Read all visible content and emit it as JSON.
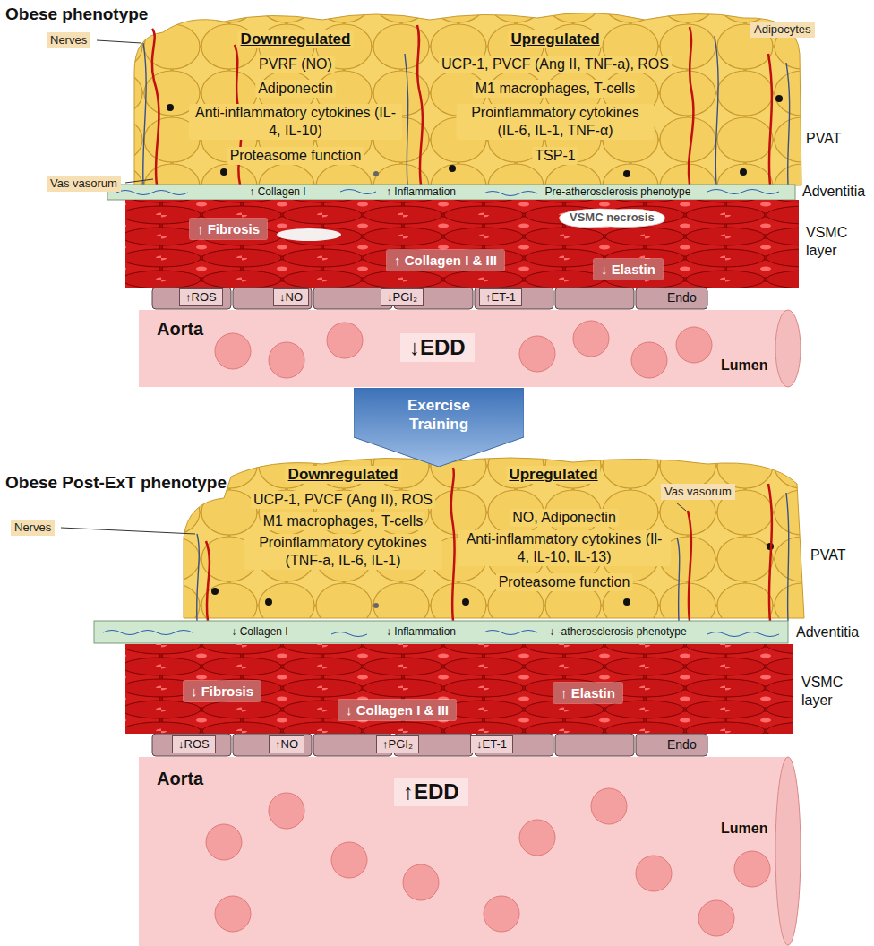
{
  "diagram": {
    "nodes": [
      {
        "text": [
          "Nerves"
        ]
      },
      {
        "text": [
          "Adipocytes"
        ]
      },
      {
        "text": [
          "PVAT",
          "Downregulated",
          "PVRF (NO)",
          "Adiponectin",
          "Anti-inflammatory cytokines (IL-4, IL-10)",
          "Proteasome function",
          "Upregulated",
          "UCP-1, PVCF (Ang II, TNF-a), ROS",
          "M1 macrophages, T-cells",
          "Proinflammatory cytokines (IL-6, IL-1, TNF-α)",
          "TSP-1"
        ]
      },
      {
        "text": [
          "Vas vasorum"
        ]
      },
      {
        "text": [
          "Adventitia",
          "↑ Collagen I",
          "↑ Inflammation",
          "Pre-atherosclerosis phenotype"
        ]
      },
      {
        "text": [
          "VSMC layer"
        ]
      },
      {
        "text": [
          "↑ Fibrosis"
        ],
        "in": 5
      },
      {
        "text": [
          "VSMC necrosis"
        ],
        "in": 5
      },
      {
        "text": [
          "↑ Collagen I & III"
        ],
        "in": 5
      },
      {
        "text": [
          "↓ Elastin"
        ],
        "in": 5
      },
      {
        "text": [
          "Endo"
        ]
      },
      {
        "text": [
          "↑ROS"
        ],
        "in": 10
      },
      {
        "text": [
          "↓NO"
        ],
        "in": 10
      },
      {
        "text": [
          "↓PGI₂"
        ],
        "in": 10
      },
      {
        "text": [
          "↑ET-1"
        ],
        "in": 10
      },
      {
        "text": [
          "Aorta",
          "Lumen"
        ]
      },
      {
        "text": [
          "↓EDD"
        ],
        "in": 15
      },
      {
        "text": [
          "Exercise Training"
        ]
      },
      {
        "text": [
          "PVAT",
          "Downregulated",
          "UCP-1, PVCF (Ang II), ROS",
          "M1 macrophages, T-cells",
          "Proinflammatory cytokines (TNF-a, IL-6, IL-1)",
          "Upregulated",
          "NO, Adiponectin",
          "Anti-inflammatory cytokines (Il-4, IL-10, IL-13)",
          "Proteasome function"
        ]
      },
      {
        "text": [
          "Vas vasorum"
        ]
      },
      {
        "text": [
          "Nerves"
        ]
      },
      {
        "text": [
          "Adventitia",
          "↓ Collagen I",
          "↓ Inflammation",
          "↓ -atherosclerosis phenotype"
        ]
      },
      {
        "text": [
          "VSMC layer"
        ]
      },
      {
        "text": [
          "↓ Fibrosis"
        ],
        "in": 22
      },
      {
        "text": [
          "↓ Collagen I & III"
        ],
        "in": 22
      },
      {
        "text": [
          "↑ Elastin"
        ],
        "in": 22
      },
      {
        "text": [
          "Endo"
        ]
      },
      {
        "text": [
          "↓ROS"
        ],
        "in": 26
      },
      {
        "text": [
          "↑NO"
        ],
        "in": 26
      },
      {
        "text": [
          "↑PGI₂"
        ],
        "in": 26
      },
      {
        "text": [
          "↓ET-1"
        ],
        "in": 26
      },
      {
        "text": [
          "Aorta",
          "Lumen"
        ]
      },
      {
        "text": [
          "↑EDD"
        ],
        "in": 31
      }
    ],
    "labels": [
      "Obese phenotype",
      "Obese Post-ExT phenotype"
    ]
  }
}
